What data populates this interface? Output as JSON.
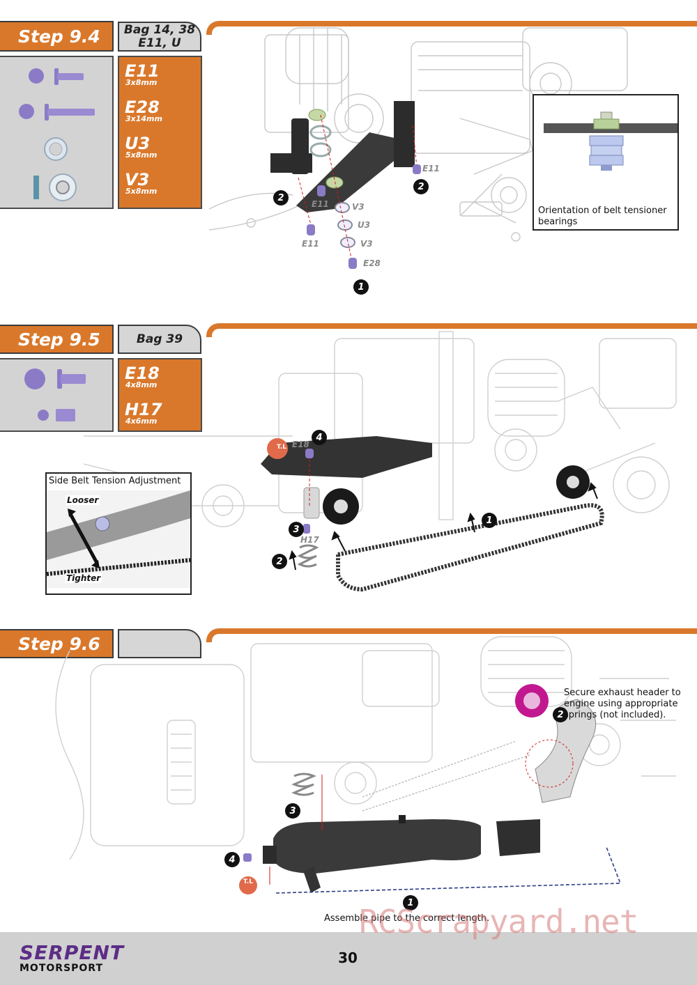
{
  "steps": [
    {
      "title": "Step 9.4",
      "bag_line1": "Bag 14, 38",
      "bag_line2": "E11, U",
      "parts": [
        {
          "code": "E11",
          "size": "3x8mm",
          "icon": "flat-screw-short-icon"
        },
        {
          "code": "E28",
          "size": "3x14mm",
          "icon": "flat-screw-long-icon"
        },
        {
          "code": "U3",
          "size": "5x8mm",
          "icon": "washer-icon"
        },
        {
          "code": "V3",
          "size": "5x8mm",
          "icon": "bearing-icon"
        }
      ],
      "callouts": [
        "1",
        "2",
        "2"
      ],
      "labels": [
        "E11",
        "E11",
        "E11",
        "V3",
        "U3",
        "V3",
        "E28"
      ],
      "inset_caption": "Orientation of belt tensioner bearings"
    },
    {
      "title": "Step 9.5",
      "bag_line1": "Bag 39",
      "parts": [
        {
          "code": "E18",
          "size": "4x8mm",
          "icon": "flat-screw-icon"
        },
        {
          "code": "H17",
          "size": "4x6mm",
          "icon": "set-screw-icon"
        }
      ],
      "callouts": [
        "1",
        "2",
        "3",
        "4"
      ],
      "labels": [
        "E18",
        "H17"
      ],
      "threadlock": "T.L",
      "inset_title": "Side Belt Tension Adjustment",
      "inset_looser": "Looser",
      "inset_tighter": "Tighter"
    },
    {
      "title": "Step 9.6",
      "bag_line1": "",
      "callouts": [
        "1",
        "2",
        "3",
        "4"
      ],
      "threadlock": "T.L",
      "note_exhaust": "Secure exhaust header to engine using appropriate springs (not included).",
      "note_pipe": "Assemble pipe to the correct length."
    }
  ],
  "footer": {
    "brand_line1": "SERPENT",
    "brand_line2": "MOTORSPORT",
    "page_number": "30",
    "watermark": "RCScrapyard.net"
  },
  "colors": {
    "orange": "#d9782b",
    "grey_panel": "#d3d3d3",
    "purple_screw": "#8b7bc7",
    "magenta_part": "#c2188f",
    "callout": "#111111"
  }
}
